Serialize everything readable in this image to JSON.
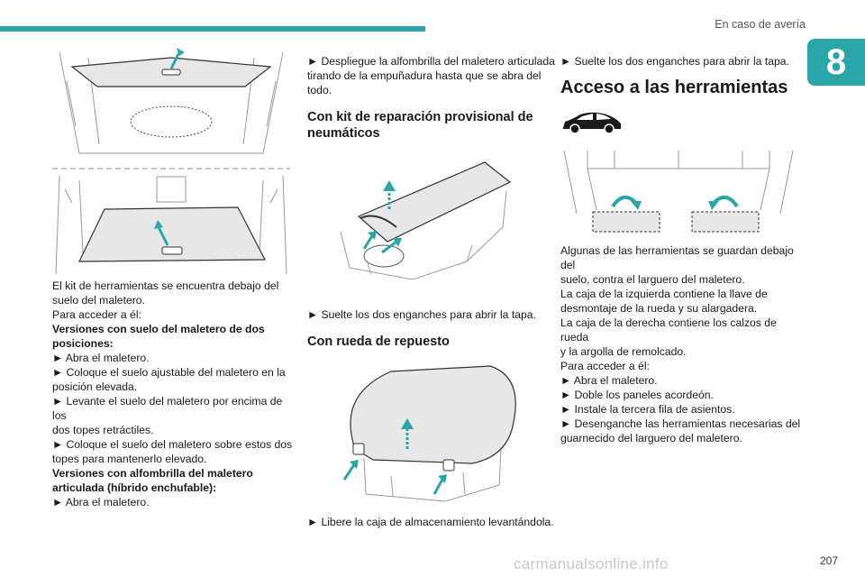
{
  "header": {
    "section_title": "En caso de avería",
    "chapter_number": "8",
    "accent_color": "#2aa5a8"
  },
  "col1": {
    "lines": [
      "El kit de herramientas se encuentra debajo del",
      "suelo del maletero.",
      "Para acceder a él:",
      "Versiones con suelo del maletero de dos",
      "posiciones:",
      "► Abra el maletero.",
      "► Coloque el suelo ajustable del maletero en la",
      "posición elevada.",
      "► Levante el suelo del maletero por encima de los",
      "dos topes retráctiles.",
      "► Coloque el suelo del maletero sobre estos dos",
      "topes para mantenerlo elevado.",
      "Versiones con alfombrilla del maletero",
      "articulada (híbrido enchufable):",
      "► Abra el maletero."
    ]
  },
  "col2": {
    "intro_lines": [
      "► Despliegue la alfombrilla del maletero articulada",
      "tirando de la empuñadura hasta que se abra del",
      "todo."
    ],
    "heading1_line1": "Con kit de reparación provisional de",
    "heading1_line2": "neumáticos",
    "step1": "► Suelte los dos enganches para abrir la tapa.",
    "heading2": "Con rueda de repuesto",
    "step2": "► Libere la caja de almacenamiento levantándola."
  },
  "col3": {
    "step0": "► Suelte los dos enganches para abrir la tapa.",
    "heading": "Acceso a las herramientas",
    "lines": [
      "Algunas de las herramientas se guardan debajo del",
      "suelo, contra el larguero del maletero.",
      "La caja de la izquierda contiene la llave de",
      "desmontaje de la rueda y su alargadera.",
      "La caja de la derecha contiene los calzos de rueda",
      "y la argolla de remolcado.",
      "Para acceder a él:",
      "► Abra el maletero.",
      "► Doble los paneles acordeón.",
      "► Instale la tercera fila de asientos.",
      "► Desenganche las herramientas necesarias del",
      "guarnecido del larguero del maletero."
    ]
  },
  "footer": {
    "page_number": "207",
    "watermark": "carmanualsonline.info"
  }
}
